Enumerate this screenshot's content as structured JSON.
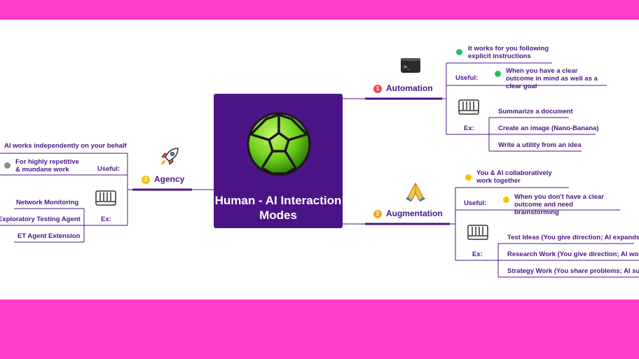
{
  "center": {
    "title": "Human - AI Interaction Modes"
  },
  "colors": {
    "accent": "#4b1486",
    "background": "#ff3dc8",
    "green": "#23c16b",
    "yellow": "#f5c400",
    "grey": "#8a8a8a",
    "red": "#f04a4a",
    "orange": "#f5a623"
  },
  "automation": {
    "number": "1",
    "label": "Automation",
    "definition": "It works for you following explicit instructions",
    "useful_label": "Useful:",
    "useful": "When you have a clear outcome in mind as well as a clear goal",
    "ex_label": "Ex:",
    "examples": [
      "Summarize a document",
      "Create an image (Nano-Banana)",
      "Write a utility from an idea"
    ],
    "icon": "terminal-icon"
  },
  "augmentation": {
    "number": "2",
    "label": "Augmentation",
    "definition": "You & AI collaboratively work together",
    "useful_label": "Useful:",
    "useful": "When you don't have a clear outcome and need brainstorming",
    "ex_label": "Ex:",
    "examples": [
      "Test Ideas (You give direction; AI expands)",
      "Research Work (You give direction; AI works)",
      "Strategy Work (You share problems; AI suggests)"
    ],
    "icon": "folded-hands-icon"
  },
  "agency": {
    "number": "3",
    "label": "Agency",
    "definition": "AI works independently on your behalf",
    "useful_label": "Useful:",
    "useful": "For highly repetitive & mundane work",
    "ex_label": "Ex:",
    "examples": [
      "Network Monitoring",
      "Exploratory Testing Agent",
      "ET Agent Extension"
    ],
    "icon": "rocket-icon"
  }
}
